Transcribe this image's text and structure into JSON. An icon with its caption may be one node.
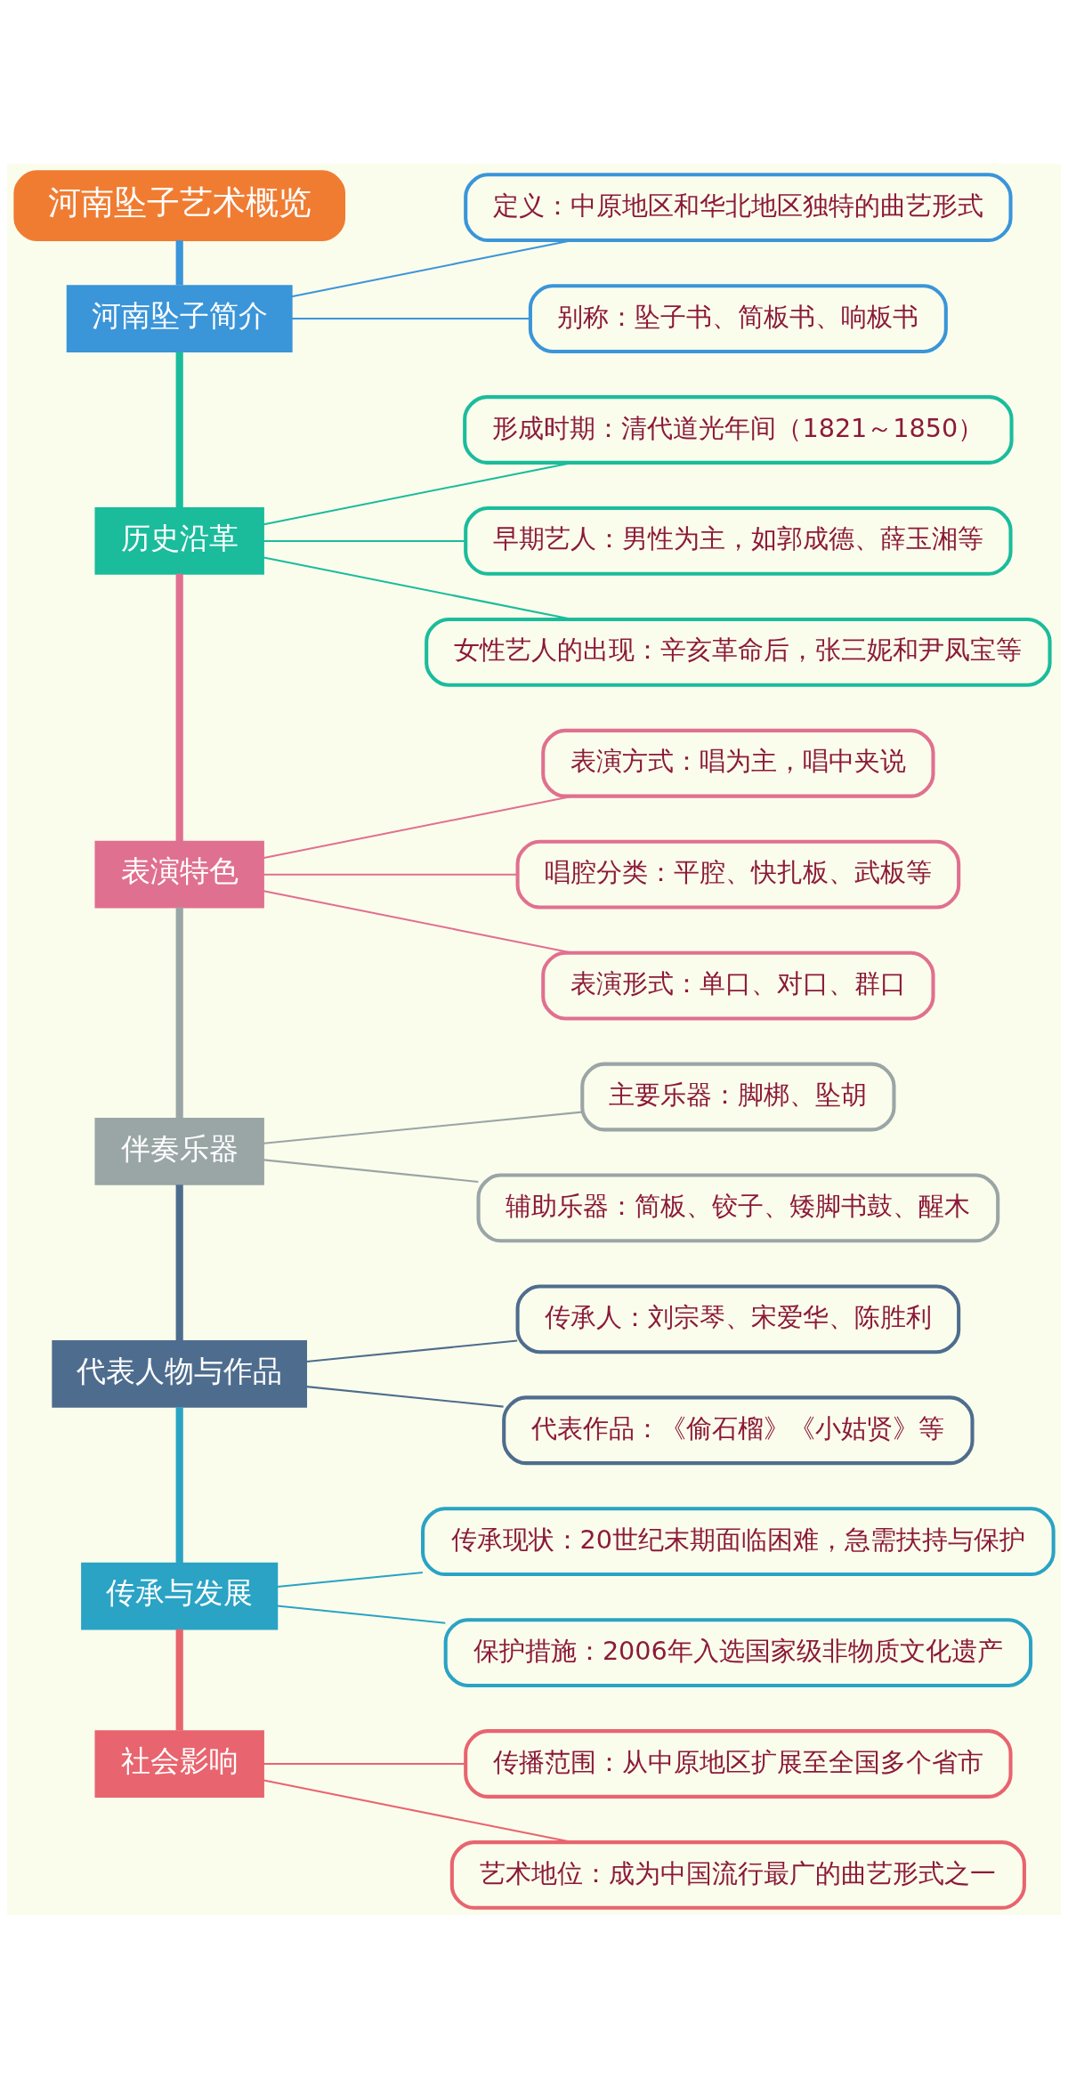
{
  "diagram": {
    "nodes": [
      {
        "text": [
          "河南坠子艺术概览"
        ]
      },
      {
        "text": [
          "河南坠子简介"
        ]
      },
      {
        "text": [
          "定义：中原地区和华北地区独特的曲艺形式"
        ]
      },
      {
        "text": [
          "别称：坠子书、简板书、响板书"
        ]
      },
      {
        "text": [
          "历史沿革"
        ]
      },
      {
        "text": [
          "形成时期：清代道光年间（1821～1850）"
        ]
      },
      {
        "text": [
          "早期艺人：男性为主，如郭成德、薛玉湘等"
        ]
      },
      {
        "text": [
          "女性艺人的出现：辛亥革命后，张三妮和尹凤宝等"
        ]
      },
      {
        "text": [
          "表演特色"
        ]
      },
      {
        "text": [
          "表演方式：唱为主，唱中夹说"
        ]
      },
      {
        "text": [
          "唱腔分类：平腔、快扎板、武板等"
        ]
      },
      {
        "text": [
          "表演形式：单口、对口、群口"
        ]
      },
      {
        "text": [
          "伴奏乐器"
        ]
      },
      {
        "text": [
          "主要乐器：脚梆、坠胡"
        ]
      },
      {
        "text": [
          "辅助乐器：简板、铰子、矮脚书鼓、醒木"
        ]
      },
      {
        "text": [
          "代表人物与作品"
        ]
      },
      {
        "text": [
          "传承人：刘宗琴、宋爱华、陈胜利"
        ]
      },
      {
        "text": [
          "代表作品：《偷石榴》《小姑贤》等"
        ]
      },
      {
        "text": [
          "传承与发展"
        ]
      },
      {
        "text": [
          "传承现状：20世纪末期面临困难，急需扶持与保护"
        ]
      },
      {
        "text": [
          "保护措施：2006年入选国家级非物质文化遗产"
        ]
      },
      {
        "text": [
          "社会影响"
        ]
      },
      {
        "text": [
          "传播范围：从中原地区扩展至全国多个省市"
        ]
      },
      {
        "text": [
          "艺术地位：成为中国流行最广的曲艺形式之一"
        ]
      }
    ],
    "edges": [
      {
        "from": 0,
        "to": 1,
        "arrow": "none",
        "style": "thick",
        "color": "#3a95d9"
      },
      {
        "from": 1,
        "to": 2,
        "arrow": "none",
        "color": "#3a95d9"
      },
      {
        "from": 1,
        "to": 3,
        "arrow": "none",
        "color": "#3a95d9"
      },
      {
        "from": 1,
        "to": 4,
        "arrow": "none",
        "style": "thick",
        "color": "#1abc9c"
      },
      {
        "from": 4,
        "to": 5,
        "arrow": "none",
        "color": "#1abc9c"
      },
      {
        "from": 4,
        "to": 6,
        "arrow": "none",
        "color": "#1abc9c"
      },
      {
        "from": 4,
        "to": 7,
        "arrow": "none",
        "color": "#1abc9c"
      },
      {
        "from": 4,
        "to": 8,
        "arrow": "none",
        "style": "thick",
        "color": "#e07090"
      },
      {
        "from": 8,
        "to": 9,
        "arrow": "none",
        "color": "#e07090"
      },
      {
        "from": 8,
        "to": 10,
        "arrow": "none",
        "color": "#e07090"
      },
      {
        "from": 8,
        "to": 11,
        "arrow": "none",
        "color": "#e07090"
      },
      {
        "from": 8,
        "to": 12,
        "arrow": "none",
        "style": "thick",
        "color": "#9aa5a6"
      },
      {
        "from": 12,
        "to": 13,
        "arrow": "none",
        "color": "#9aa5a6"
      },
      {
        "from": 12,
        "to": 14,
        "arrow": "none",
        "color": "#9aa5a6"
      },
      {
        "from": 12,
        "to": 15,
        "arrow": "none",
        "style": "thick",
        "color": "#4e6d8e"
      },
      {
        "from": 15,
        "to": 16,
        "arrow": "none",
        "color": "#4e6d8e"
      },
      {
        "from": 15,
        "to": 17,
        "arrow": "none",
        "color": "#4e6d8e"
      },
      {
        "from": 15,
        "to": 18,
        "arrow": "none",
        "style": "thick",
        "color": "#2aa3c5"
      },
      {
        "from": 18,
        "to": 19,
        "arrow": "none",
        "color": "#2aa3c5"
      },
      {
        "from": 18,
        "to": 20,
        "arrow": "none",
        "color": "#2aa3c5"
      },
      {
        "from": 18,
        "to": 21,
        "arrow": "none",
        "style": "thick",
        "color": "#e8646e"
      },
      {
        "from": 21,
        "to": 22,
        "arrow": "none",
        "color": "#e8646e"
      },
      {
        "from": 21,
        "to": 23,
        "arrow": "none",
        "color": "#e8646e"
      }
    ]
  }
}
